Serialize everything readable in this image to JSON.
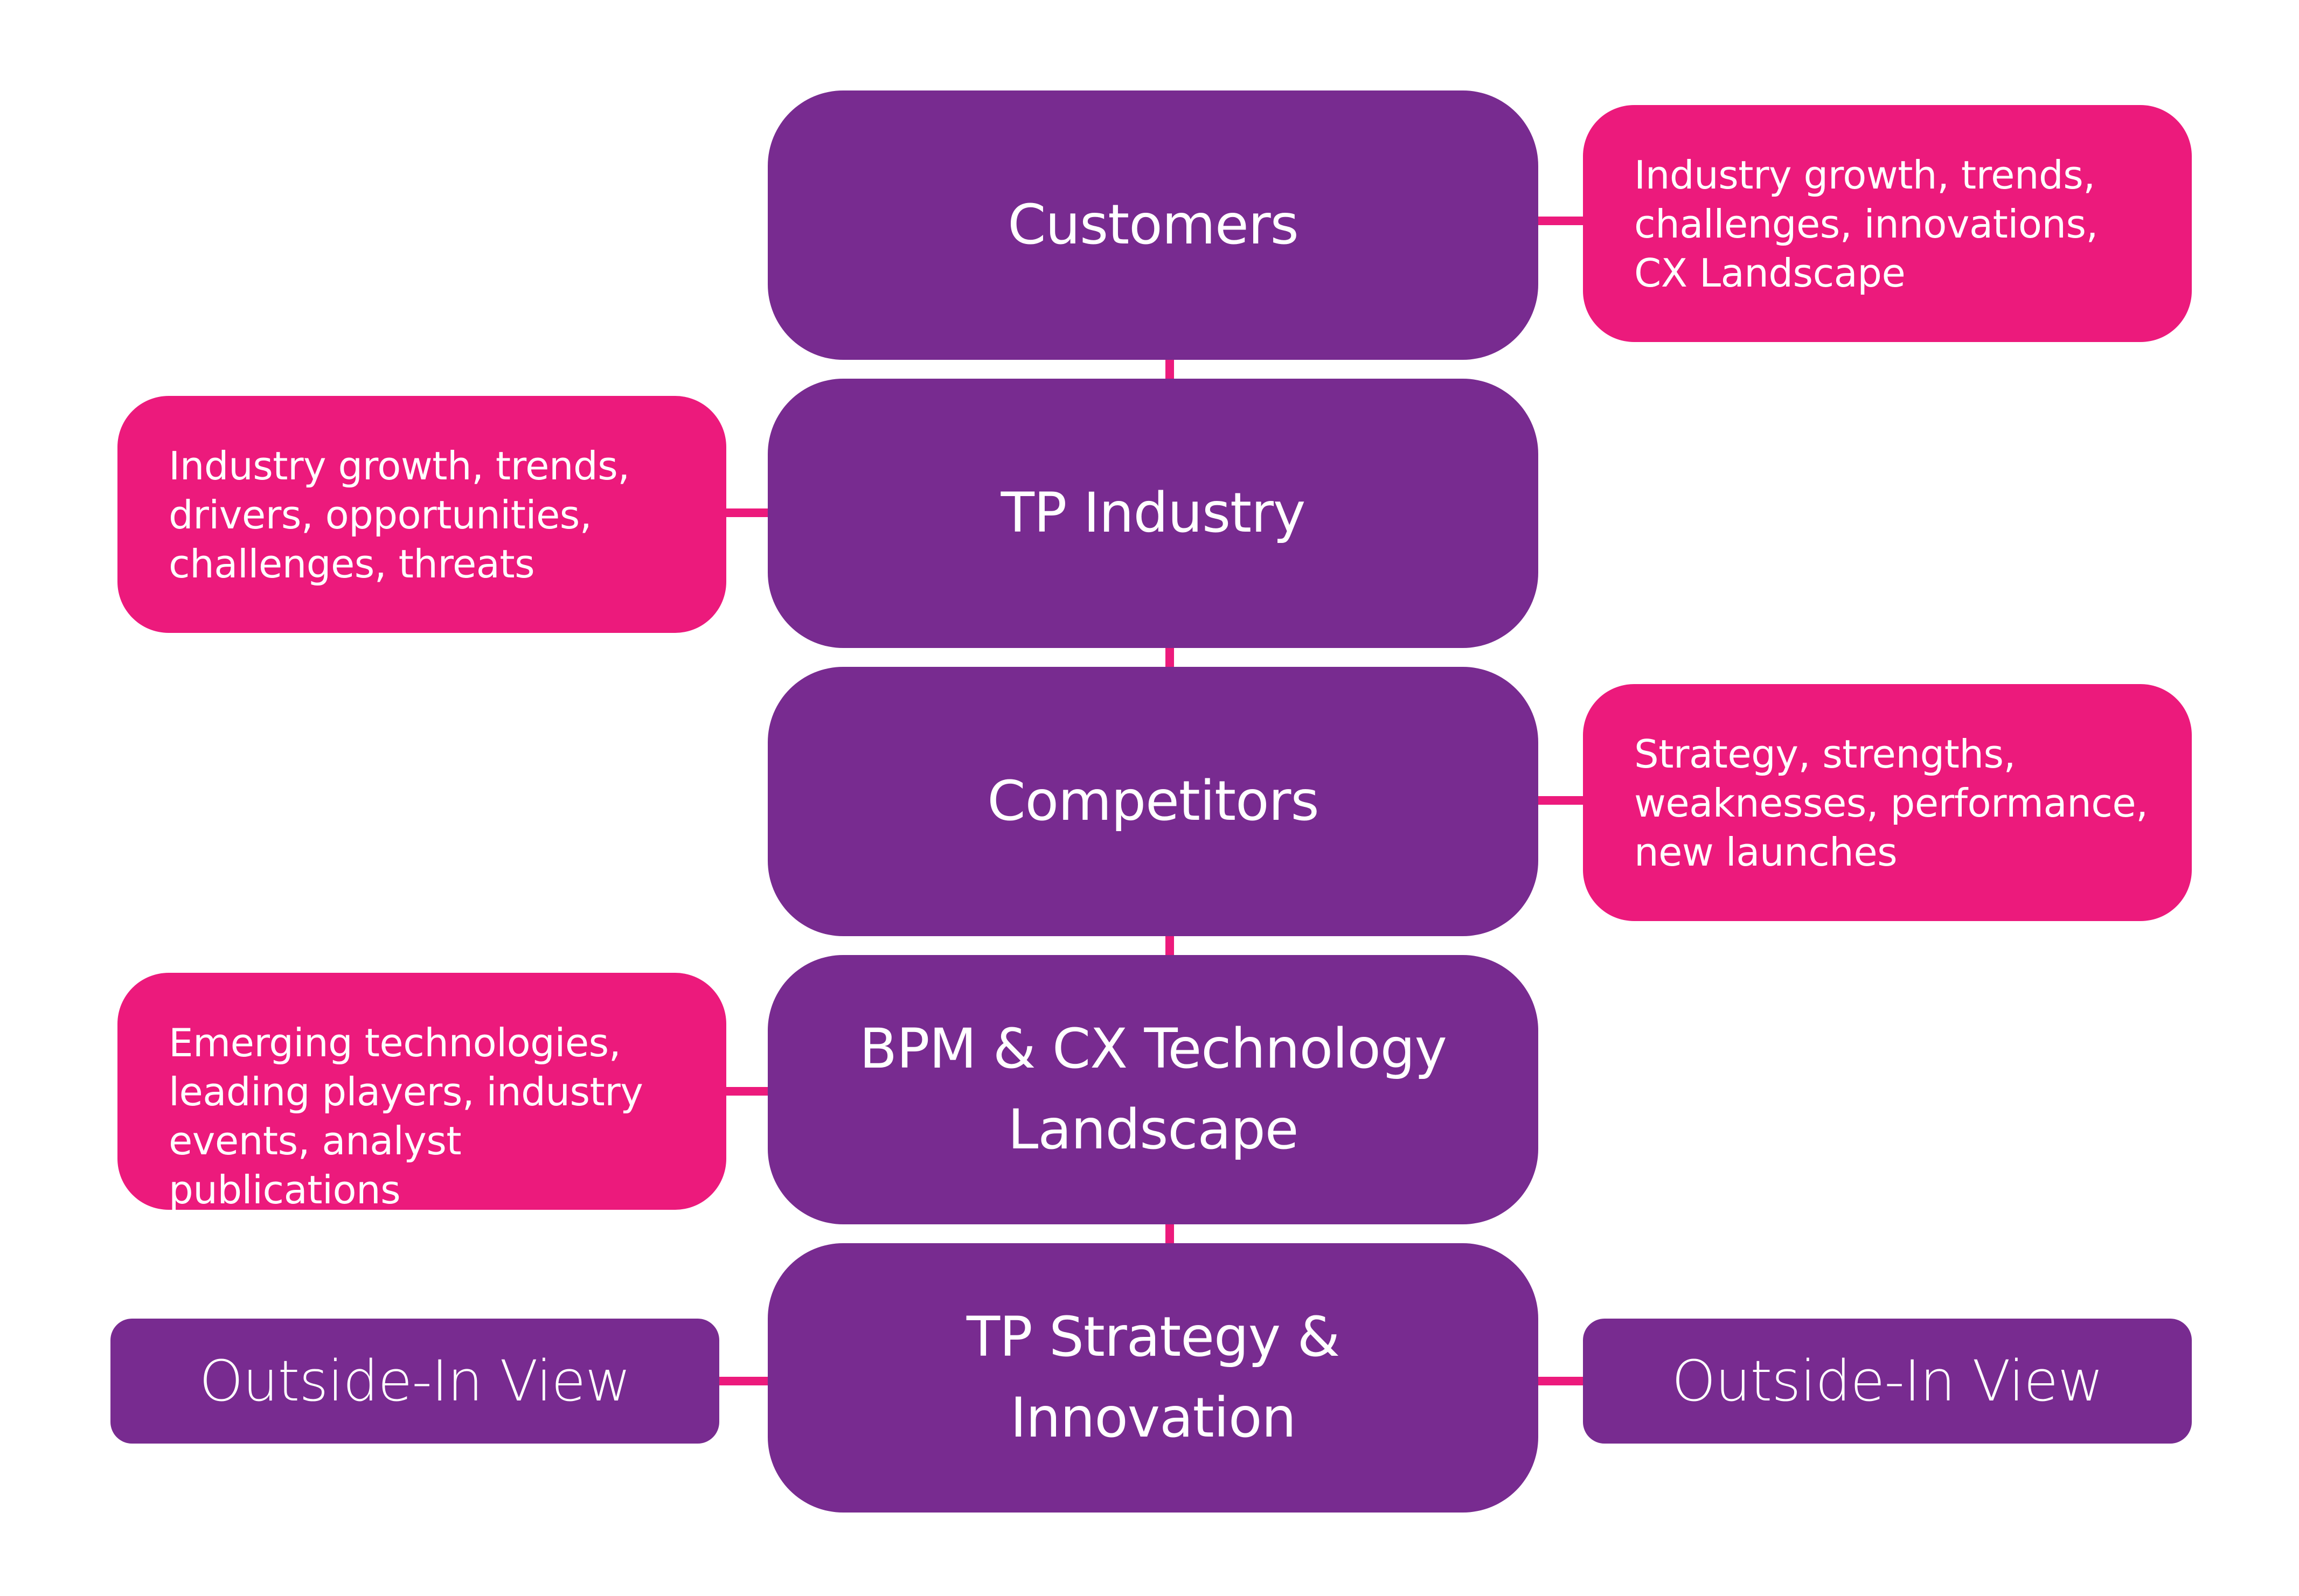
{
  "colors": {
    "main": "#782b90",
    "detail": "#ec1a7c",
    "connector": "#ec1a7c"
  },
  "nodes": {
    "customers": "Customers",
    "tp_industry": "TP Industry",
    "competitors": "Competitors",
    "technology": "BPM & CX Technology\nLandscape",
    "strategy": "TP Strategy &\nInnovation"
  },
  "details": {
    "customers": "Industry growth, trends,\nchallenges, innovations,\nCX Landscape",
    "tp_industry": "Industry growth, trends,\ndrivers, opportunities,\nchallenges, threats",
    "competitors": "Strategy, strengths,\nweaknesses, performance,\nnew launches",
    "technology": "Emerging technologies,\nleading players, industry\nevents, analyst publications"
  },
  "views": {
    "left": "Outside-In View",
    "right": "Outside-In View"
  }
}
